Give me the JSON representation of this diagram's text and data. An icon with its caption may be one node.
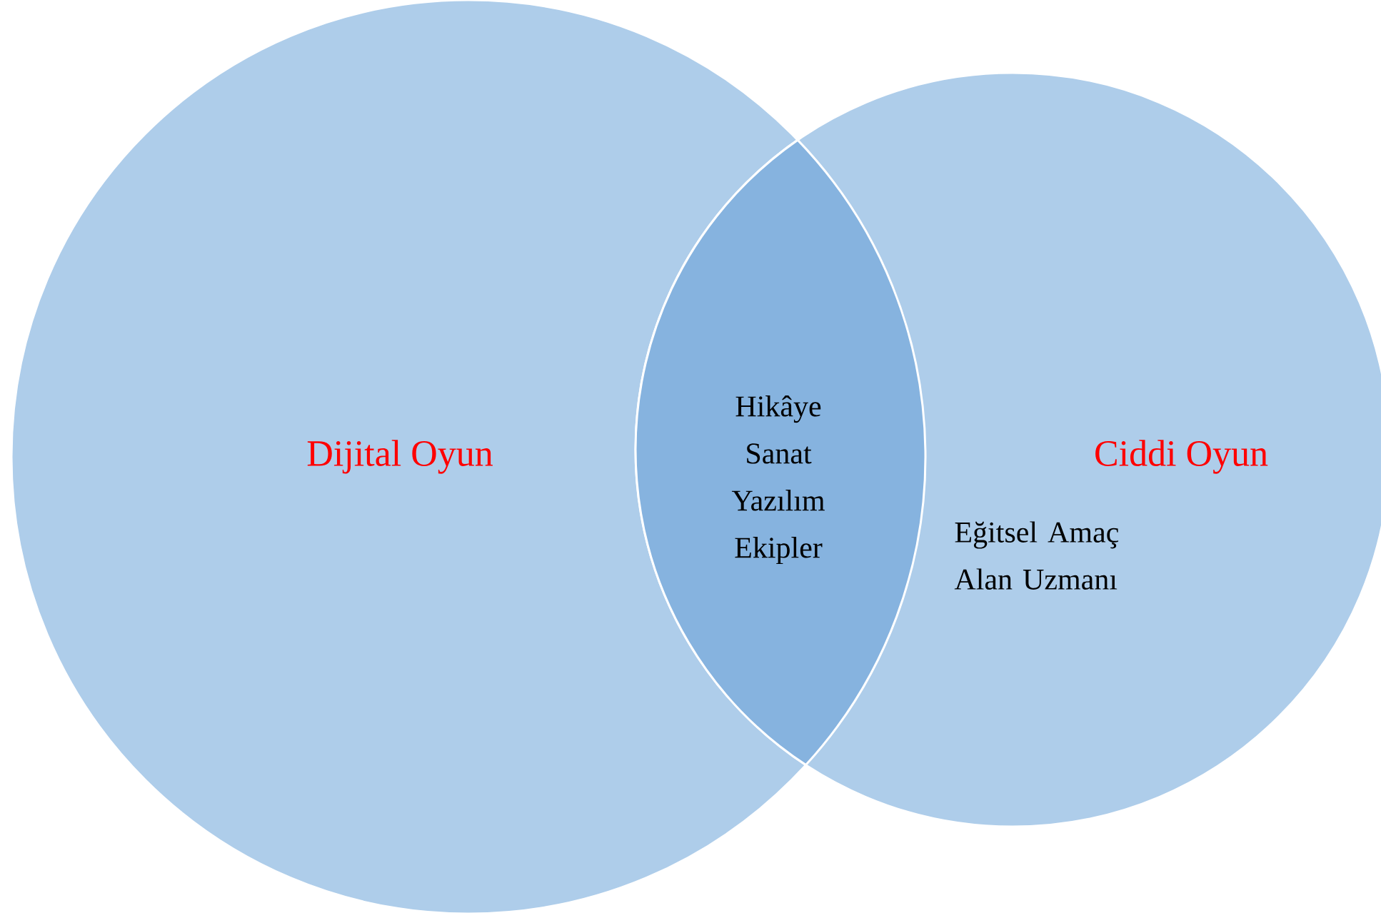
{
  "diagram": {
    "nodes": [
      {
        "text": [
          "Dijital Oyun"
        ]
      },
      {
        "text": [
          "Ciddi Oyun",
          "Eğitsel Amaç Alan Uzmanı"
        ]
      },
      {
        "text": [
          "Hikâye Sanat Yazılım Ekipler"
        ]
      }
    ]
  }
}
